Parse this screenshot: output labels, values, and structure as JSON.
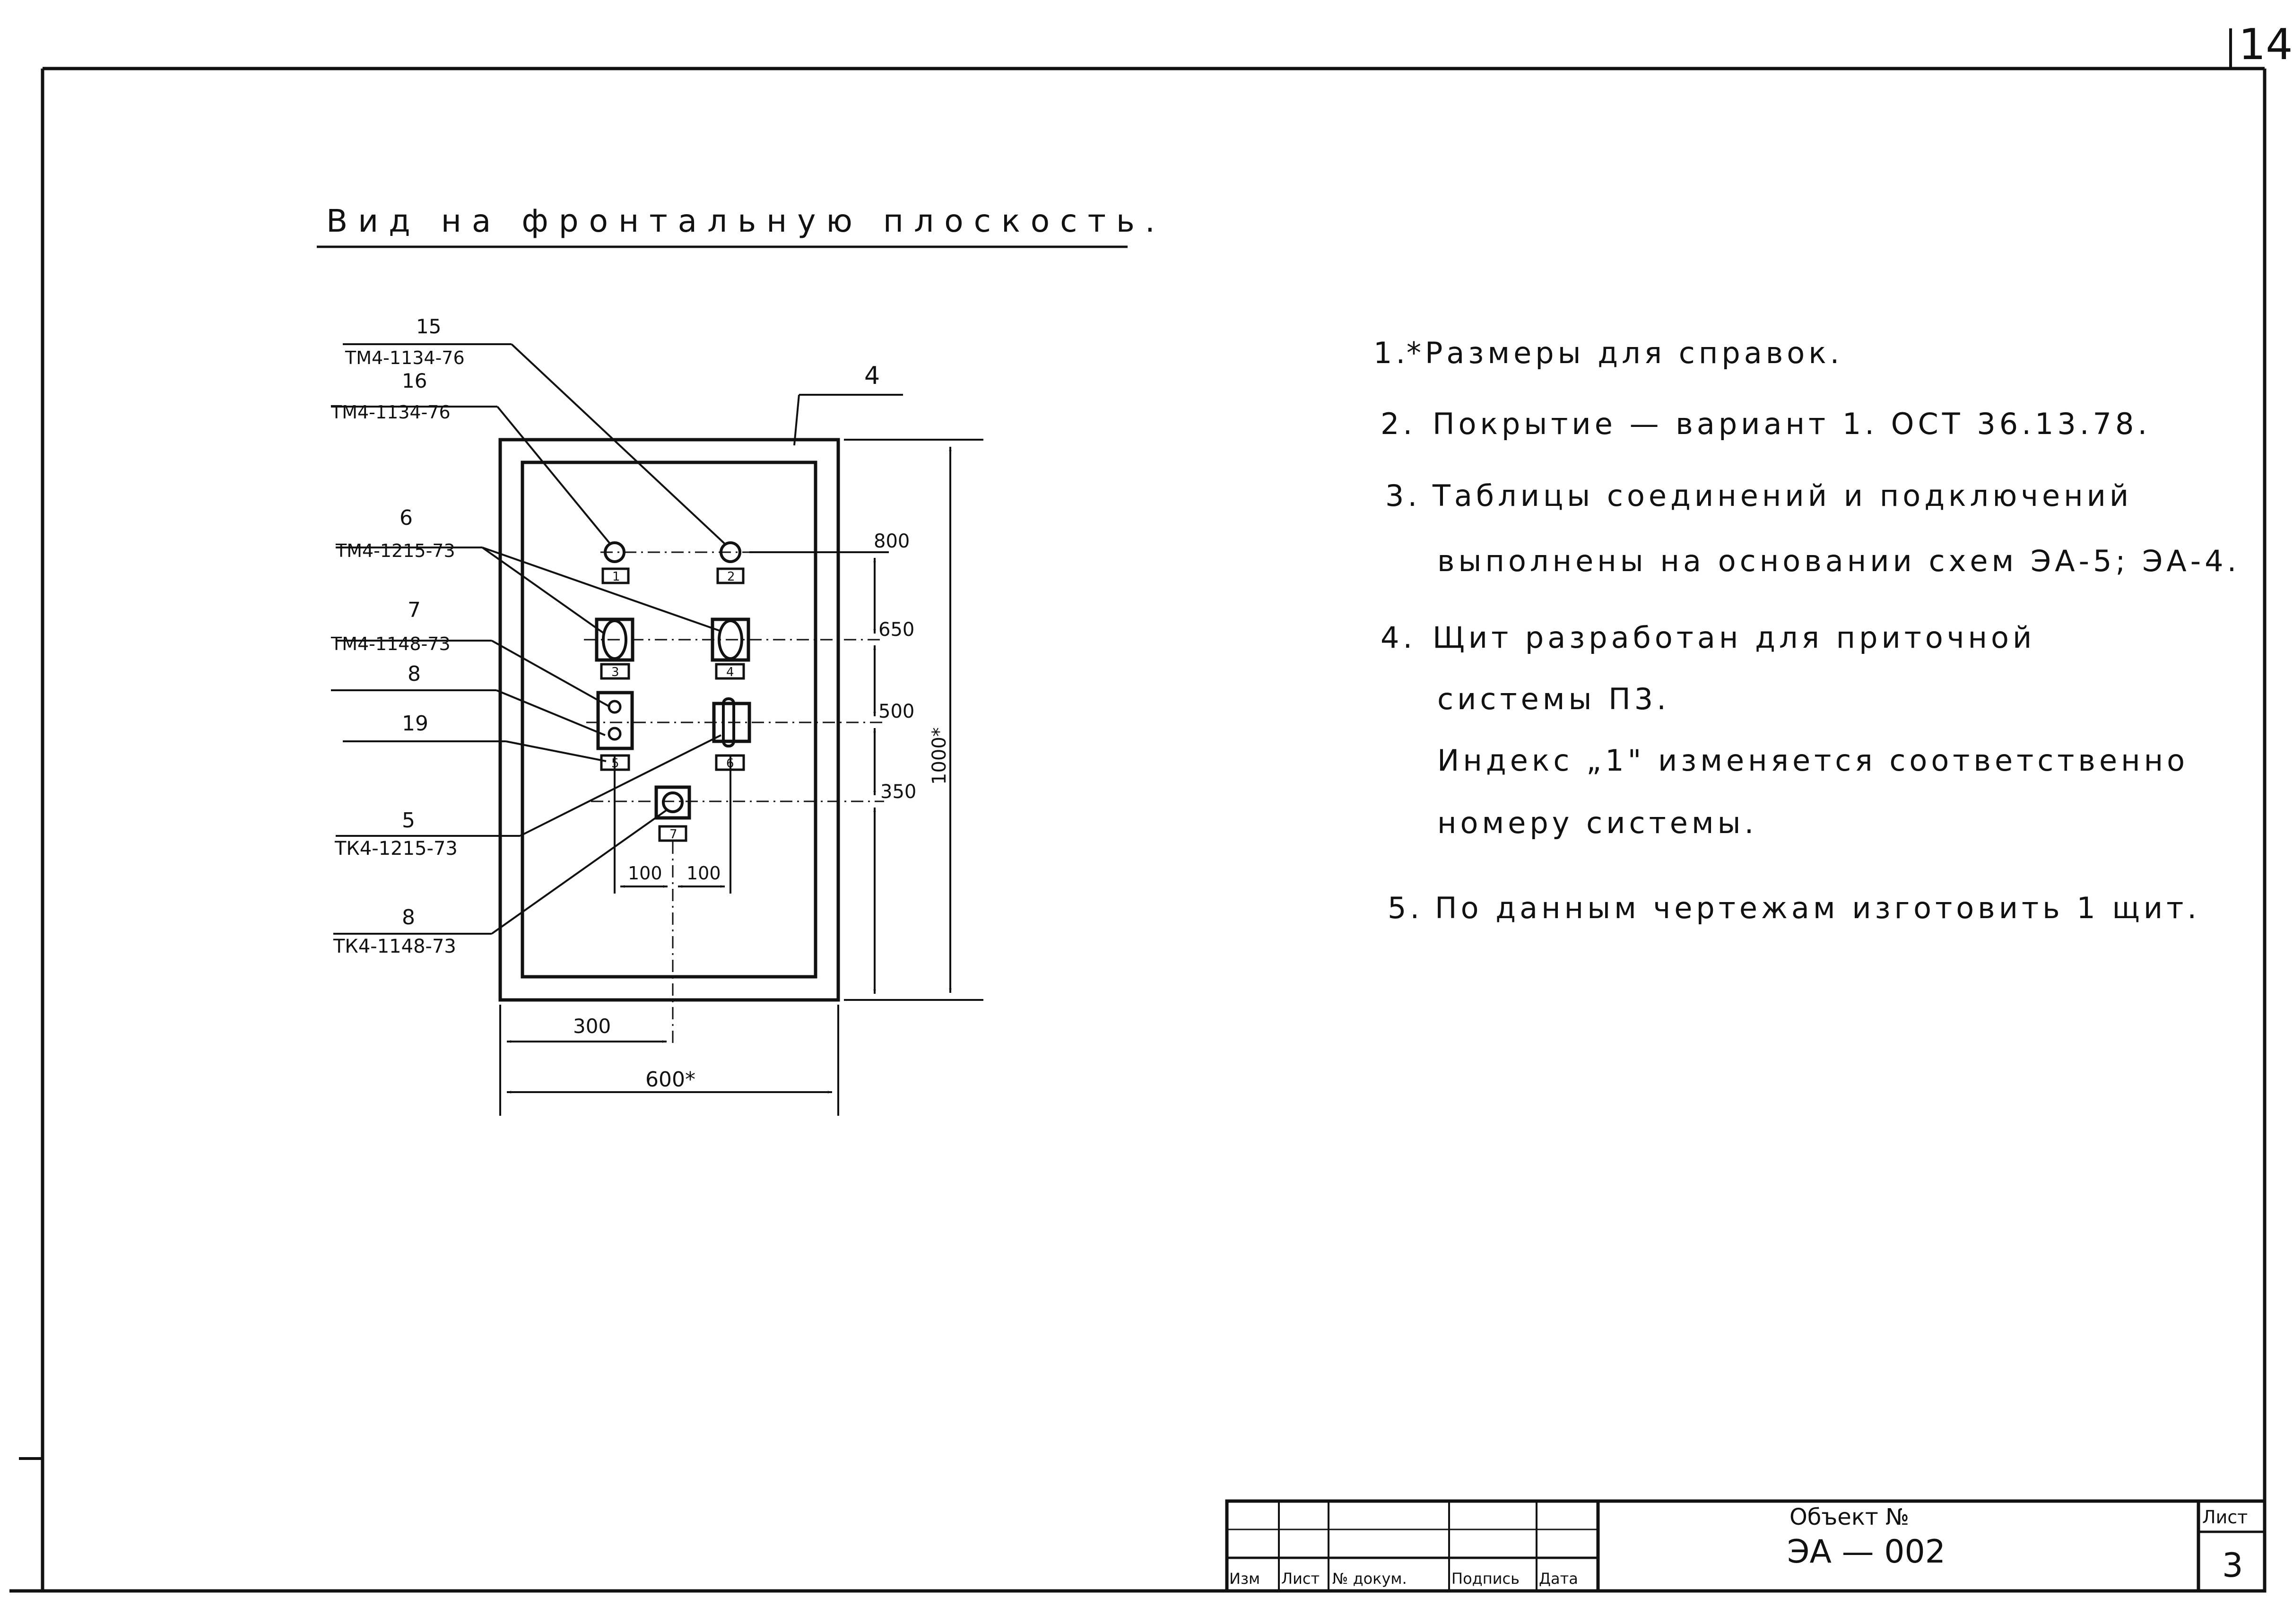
{
  "sheet_number": "14",
  "drawing": {
    "title": "Вид на фронтальную плоскость.",
    "part_4": "4",
    "callouts": [
      {
        "pos": "15",
        "code": "ТМ4-1134-76"
      },
      {
        "pos": "16",
        "code": "ТМ4-1134-76"
      },
      {
        "pos": "6",
        "code": "ТМ4-1215-73"
      },
      {
        "pos": "7",
        "code": "ТМ4-1148-73"
      },
      {
        "pos": "8",
        "code": ""
      },
      {
        "pos": "19",
        "code": ""
      },
      {
        "pos": "5",
        "code": "ТК4-1215-73"
      },
      {
        "pos": "8",
        "code": "ТК4-1148-73"
      }
    ],
    "labels": [
      "1",
      "2",
      "3",
      "4",
      "5",
      "6",
      "7"
    ],
    "dims": {
      "d800": "800",
      "d650": "650",
      "d500": "500",
      "d350": "350",
      "d1000": "1000*",
      "d100a": "100",
      "d100b": "100",
      "d300": "300",
      "d600": "600*"
    }
  },
  "notes": [
    {
      "num": "1.",
      "text": "*Размеры для справок."
    },
    {
      "num": "2.",
      "text": "Покрытие — вариант 1. ОСТ 36.13.78."
    },
    {
      "num": "3.",
      "text": "Таблицы соединений и подключений"
    },
    {
      "num": "",
      "text": "выполнены на основании схем ЭА-5; ЭА-4."
    },
    {
      "num": "4.",
      "text": "Щит разработан для приточной"
    },
    {
      "num": "",
      "text": "системы П3."
    },
    {
      "num": "",
      "text": "Индекс „1\" изменяется соответственно"
    },
    {
      "num": "",
      "text": "номеру системы."
    },
    {
      "num": "5.",
      "text": "По данным чертежам изготовить 1 щит."
    }
  ],
  "title_block": {
    "headers": [
      "Изм",
      "Лист",
      "№ докум.",
      "Подпись",
      "Дата"
    ],
    "object_label": "Объект №",
    "object_value": "ЭА — 002",
    "sheet_label": "Лист",
    "sheet_value": "3"
  }
}
